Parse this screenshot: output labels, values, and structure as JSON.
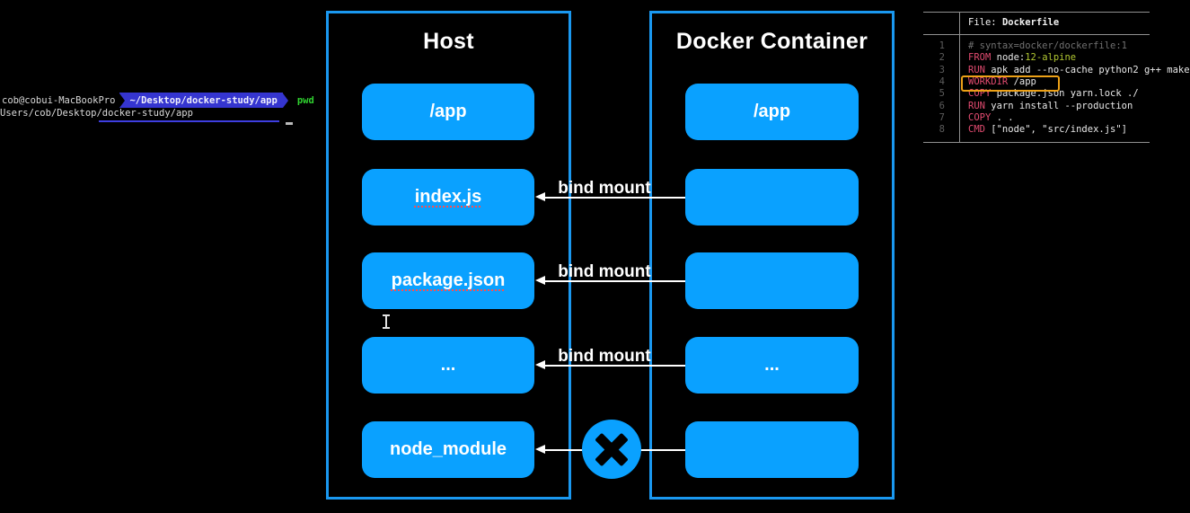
{
  "colors": {
    "box_fill_blue": "#0aa1ff",
    "box_border_blue": "#1a98f0",
    "arrow_white": "#ffffff",
    "keyword_pink": "#e24b70",
    "version_green": "#b2c832",
    "comment_gray": "#707070",
    "highlight_orange": "#eda117",
    "prompt_segment_blue": "#3535d0",
    "terminal_green": "#2fd12f",
    "terminal_underline_blue": "#3e3ee0",
    "spellcheck_red": "#ff4d4d"
  },
  "terminal": {
    "prompt_user": "cob@cobui-MacBookPro",
    "prompt_path": "~/Desktop/docker-study/app",
    "command": "pwd",
    "output": "Users/cob/Desktop/docker-study/app"
  },
  "diagram": {
    "host_title": "Host",
    "container_title": "Docker Container",
    "rows": [
      {
        "host": "/app",
        "container": "/app",
        "arrow": "none",
        "label": "",
        "spellcheck": false
      },
      {
        "host": "index.js",
        "container": "",
        "arrow": "bind",
        "label": "bind mount",
        "spellcheck": true
      },
      {
        "host": "package.json",
        "container": "",
        "arrow": "bind",
        "label": "bind mount",
        "spellcheck": true
      },
      {
        "host": "...",
        "container": "...",
        "arrow": "bind",
        "label": "bind mount",
        "spellcheck": false
      },
      {
        "host": "node_module",
        "container": "",
        "arrow": "blocked",
        "label": "",
        "spellcheck": false
      }
    ]
  },
  "dockerfile": {
    "file_label": "File: ",
    "file_name": "Dockerfile",
    "lines": [
      {
        "num": "1",
        "highlight": false,
        "tokens": [
          [
            "cm",
            "# syntax=docker/dockerfile:1"
          ]
        ]
      },
      {
        "num": "2",
        "highlight": false,
        "tokens": [
          [
            "kw",
            "FROM"
          ],
          [
            "pl",
            " node:"
          ],
          [
            "ver",
            "12-alpine"
          ]
        ]
      },
      {
        "num": "3",
        "highlight": false,
        "tokens": [
          [
            "kw",
            "RUN"
          ],
          [
            "pl",
            " apk add --no-cache python2 g++ make"
          ]
        ]
      },
      {
        "num": "4",
        "highlight": true,
        "tokens": [
          [
            "kw",
            "WORKDIR"
          ],
          [
            "pl",
            " /app"
          ]
        ]
      },
      {
        "num": "5",
        "highlight": false,
        "tokens": [
          [
            "kw",
            "COPY"
          ],
          [
            "pl",
            " package.json yarn.lock ./"
          ]
        ]
      },
      {
        "num": "6",
        "highlight": false,
        "tokens": [
          [
            "kw",
            "RUN"
          ],
          [
            "pl",
            " yarn install --production"
          ]
        ]
      },
      {
        "num": "7",
        "highlight": false,
        "tokens": [
          [
            "kw",
            "COPY"
          ],
          [
            "pl",
            " . ."
          ]
        ]
      },
      {
        "num": "8",
        "highlight": false,
        "tokens": [
          [
            "kw",
            "CMD"
          ],
          [
            "pl",
            " [\"node\", \"src/index.js\"]"
          ]
        ]
      }
    ]
  }
}
